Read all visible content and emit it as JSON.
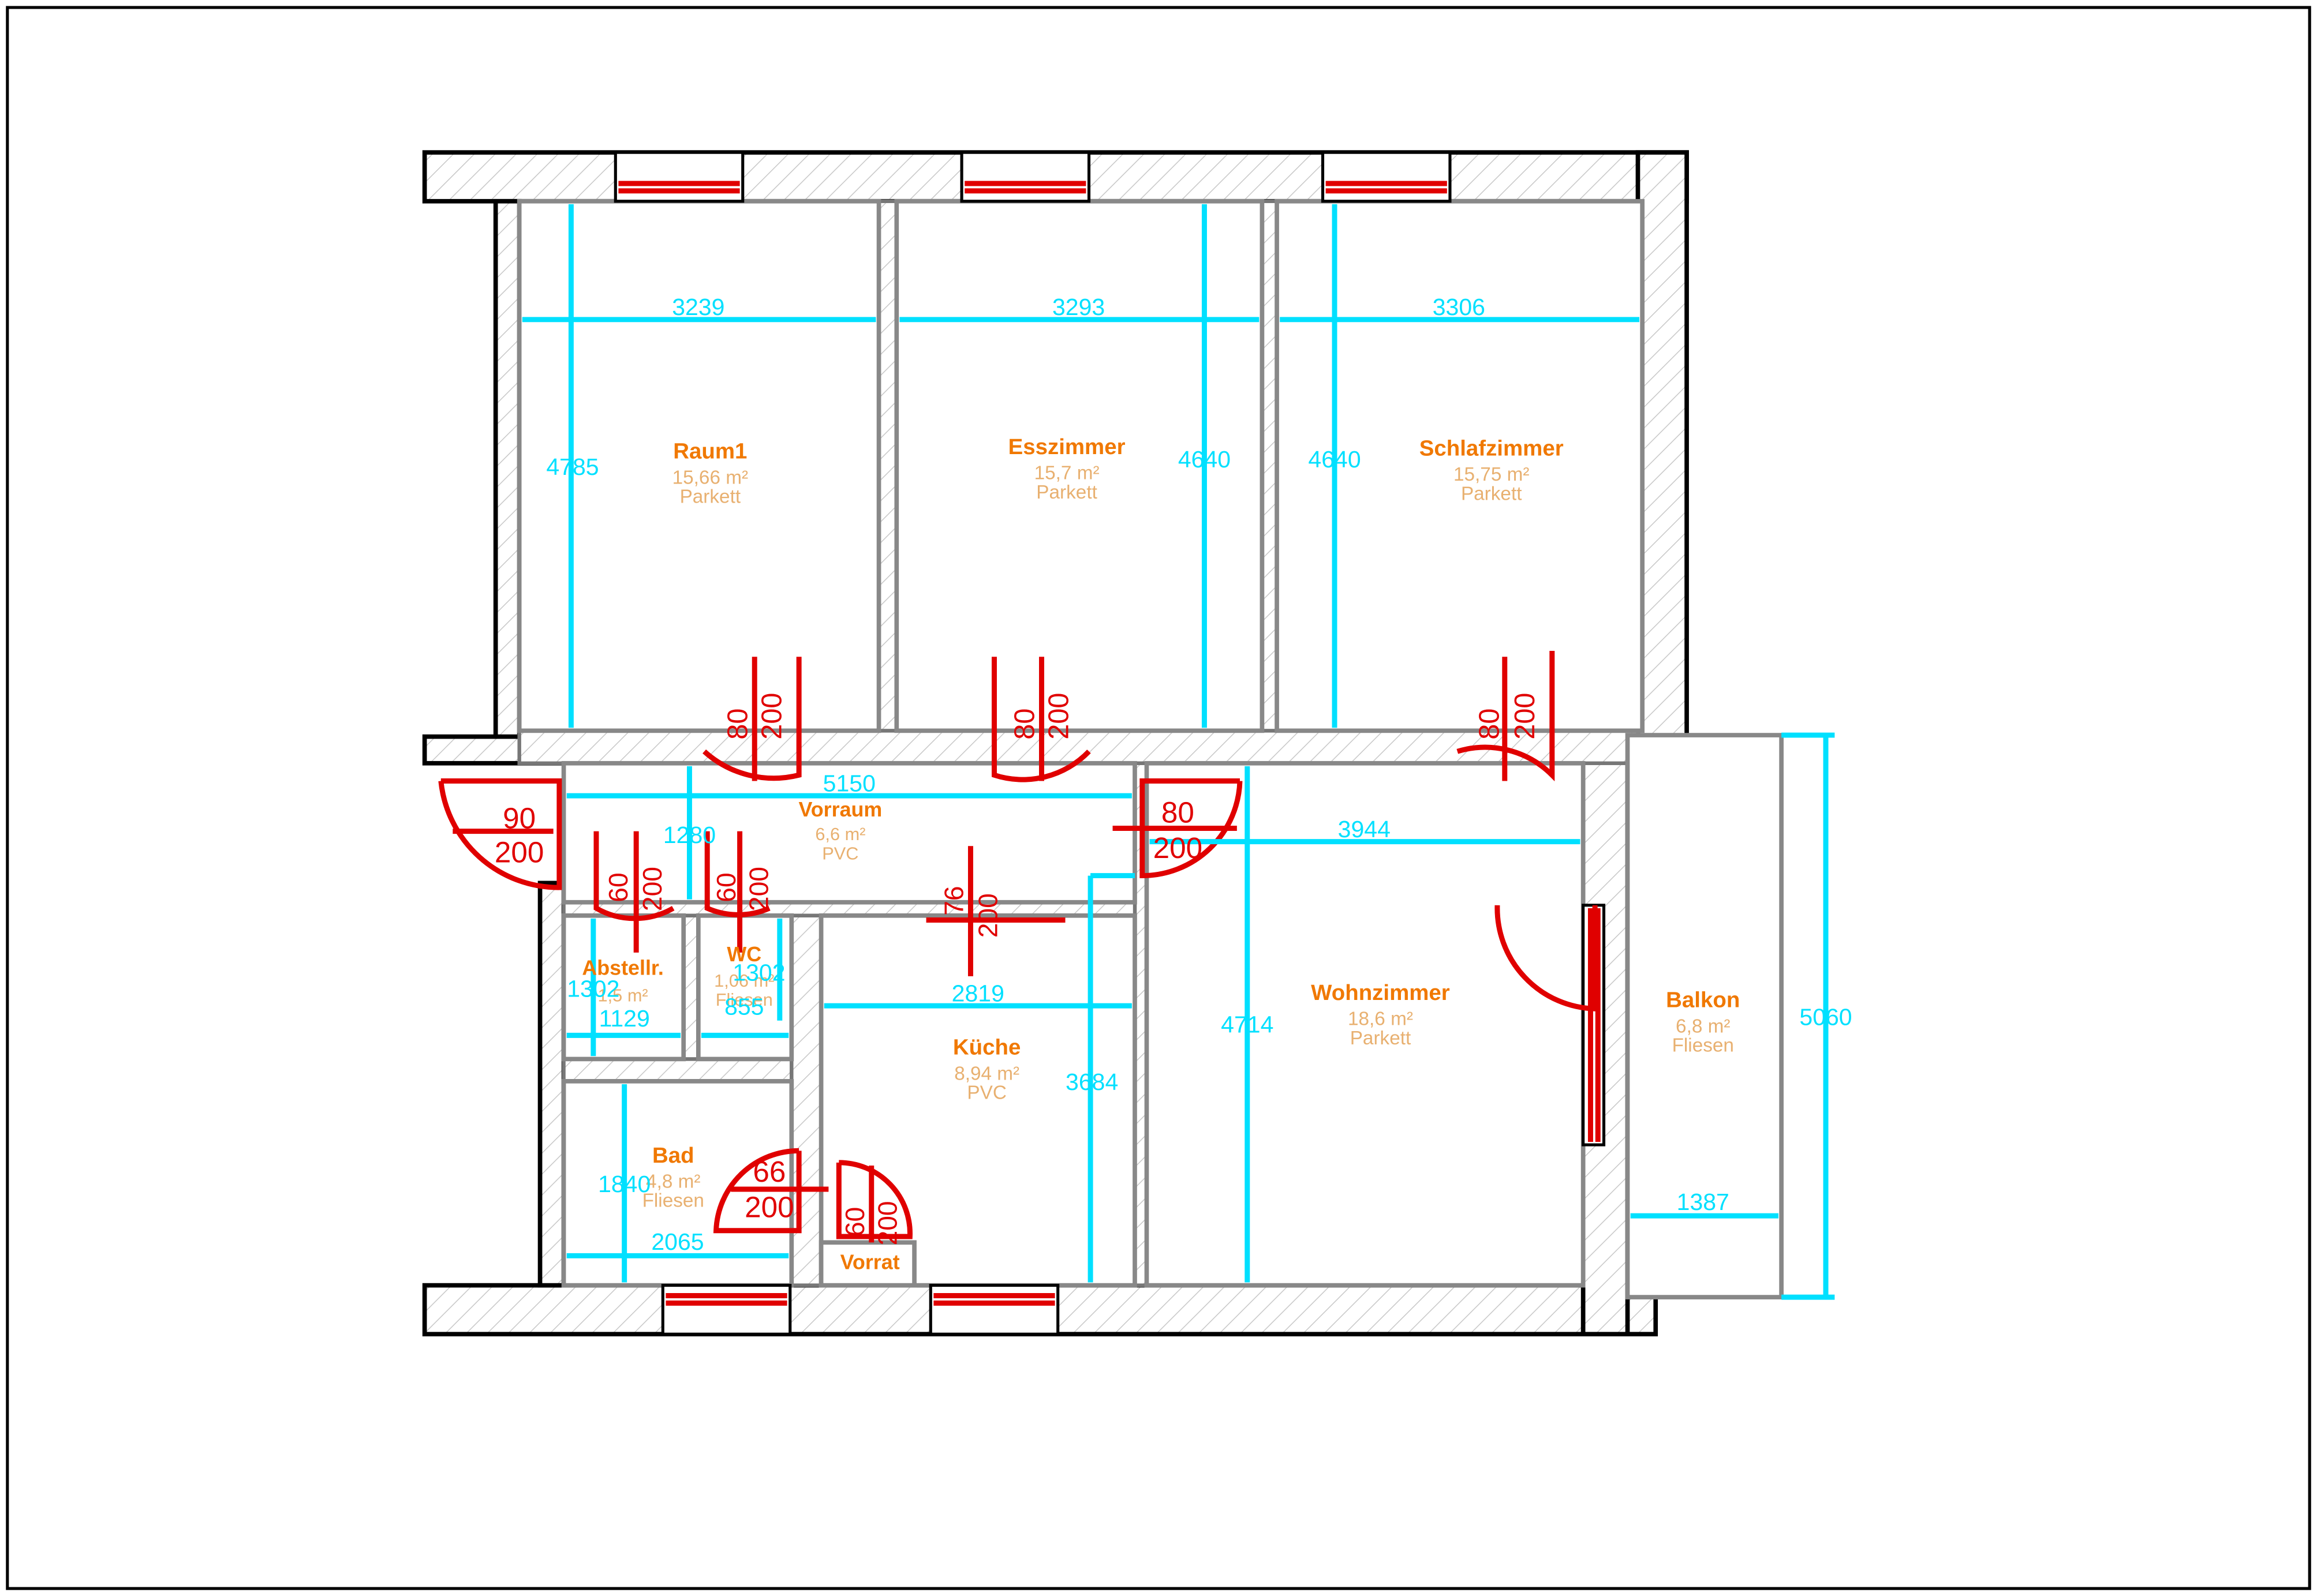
{
  "rooms": {
    "raum1": {
      "name": "Raum1",
      "area": "15,66 m²",
      "floor": "Parkett"
    },
    "esszimmer": {
      "name": "Esszimmer",
      "area": "15,7 m²",
      "floor": "Parkett"
    },
    "schlafzimmer": {
      "name": "Schlafzimmer",
      "area": "15,75 m²",
      "floor": "Parkett"
    },
    "vorraum": {
      "name": "Vorraum",
      "area": "6,6 m²",
      "floor": "PVC"
    },
    "abstellr": {
      "name": "Abstellr.",
      "area": "1,5 m²"
    },
    "wc": {
      "name": "WC",
      "area": "1,06 m²",
      "floor": "Fliesen"
    },
    "kueche": {
      "name": "Küche",
      "area": "8,94 m²",
      "floor": "PVC"
    },
    "wohnzimmer": {
      "name": "Wohnzimmer",
      "area": "18,6 m²",
      "floor": "Parkett"
    },
    "balkon": {
      "name": "Balkon",
      "area": "6,8 m²",
      "floor": "Fliesen"
    },
    "bad": {
      "name": "Bad",
      "area": "4,8 m²",
      "floor": "Fliesen"
    },
    "vorrat": {
      "name": "Vorrat"
    }
  },
  "dimensions": {
    "raum1_width": "3239",
    "esszimmer_width": "3293",
    "schlafzimmer_width": "3306",
    "raum1_height": "4785",
    "esszimmer_height": "4640",
    "schlafzimmer_height": "4640",
    "vorraum_width": "5150",
    "vorraum_height": "1280",
    "wohnzimmer_width": "3944",
    "wohnzimmer_height": "4714",
    "kueche_width": "2819",
    "kueche_height": "3684",
    "balkon_height": "5060",
    "balkon_width": "1387",
    "abstellr_height": "1302",
    "abstellr_width": "1129",
    "wc_height": "1302",
    "wc_width": "855",
    "bad_height": "1840",
    "bad_width": "2065"
  },
  "doors": {
    "raum1": {
      "width": "80",
      "height": "200"
    },
    "esszimmer": {
      "width": "80",
      "height": "200"
    },
    "schlafzimmer": {
      "width": "80",
      "height": "200"
    },
    "entrance": {
      "width": "90",
      "height": "200"
    },
    "wohnzimmer": {
      "width": "80",
      "height": "200"
    },
    "abstellr": {
      "width": "60",
      "height": "200"
    },
    "wc": {
      "width": "60",
      "height": "200"
    },
    "kueche": {
      "width": "76",
      "height": "200"
    },
    "bad": {
      "width": "66",
      "height": "200"
    },
    "vorrat": {
      "width": "60",
      "height": "200"
    }
  },
  "colors": {
    "dimension": "#00e0ff",
    "door": "#e00000",
    "room_name": "#f07800",
    "room_info": "#e8b070"
  }
}
